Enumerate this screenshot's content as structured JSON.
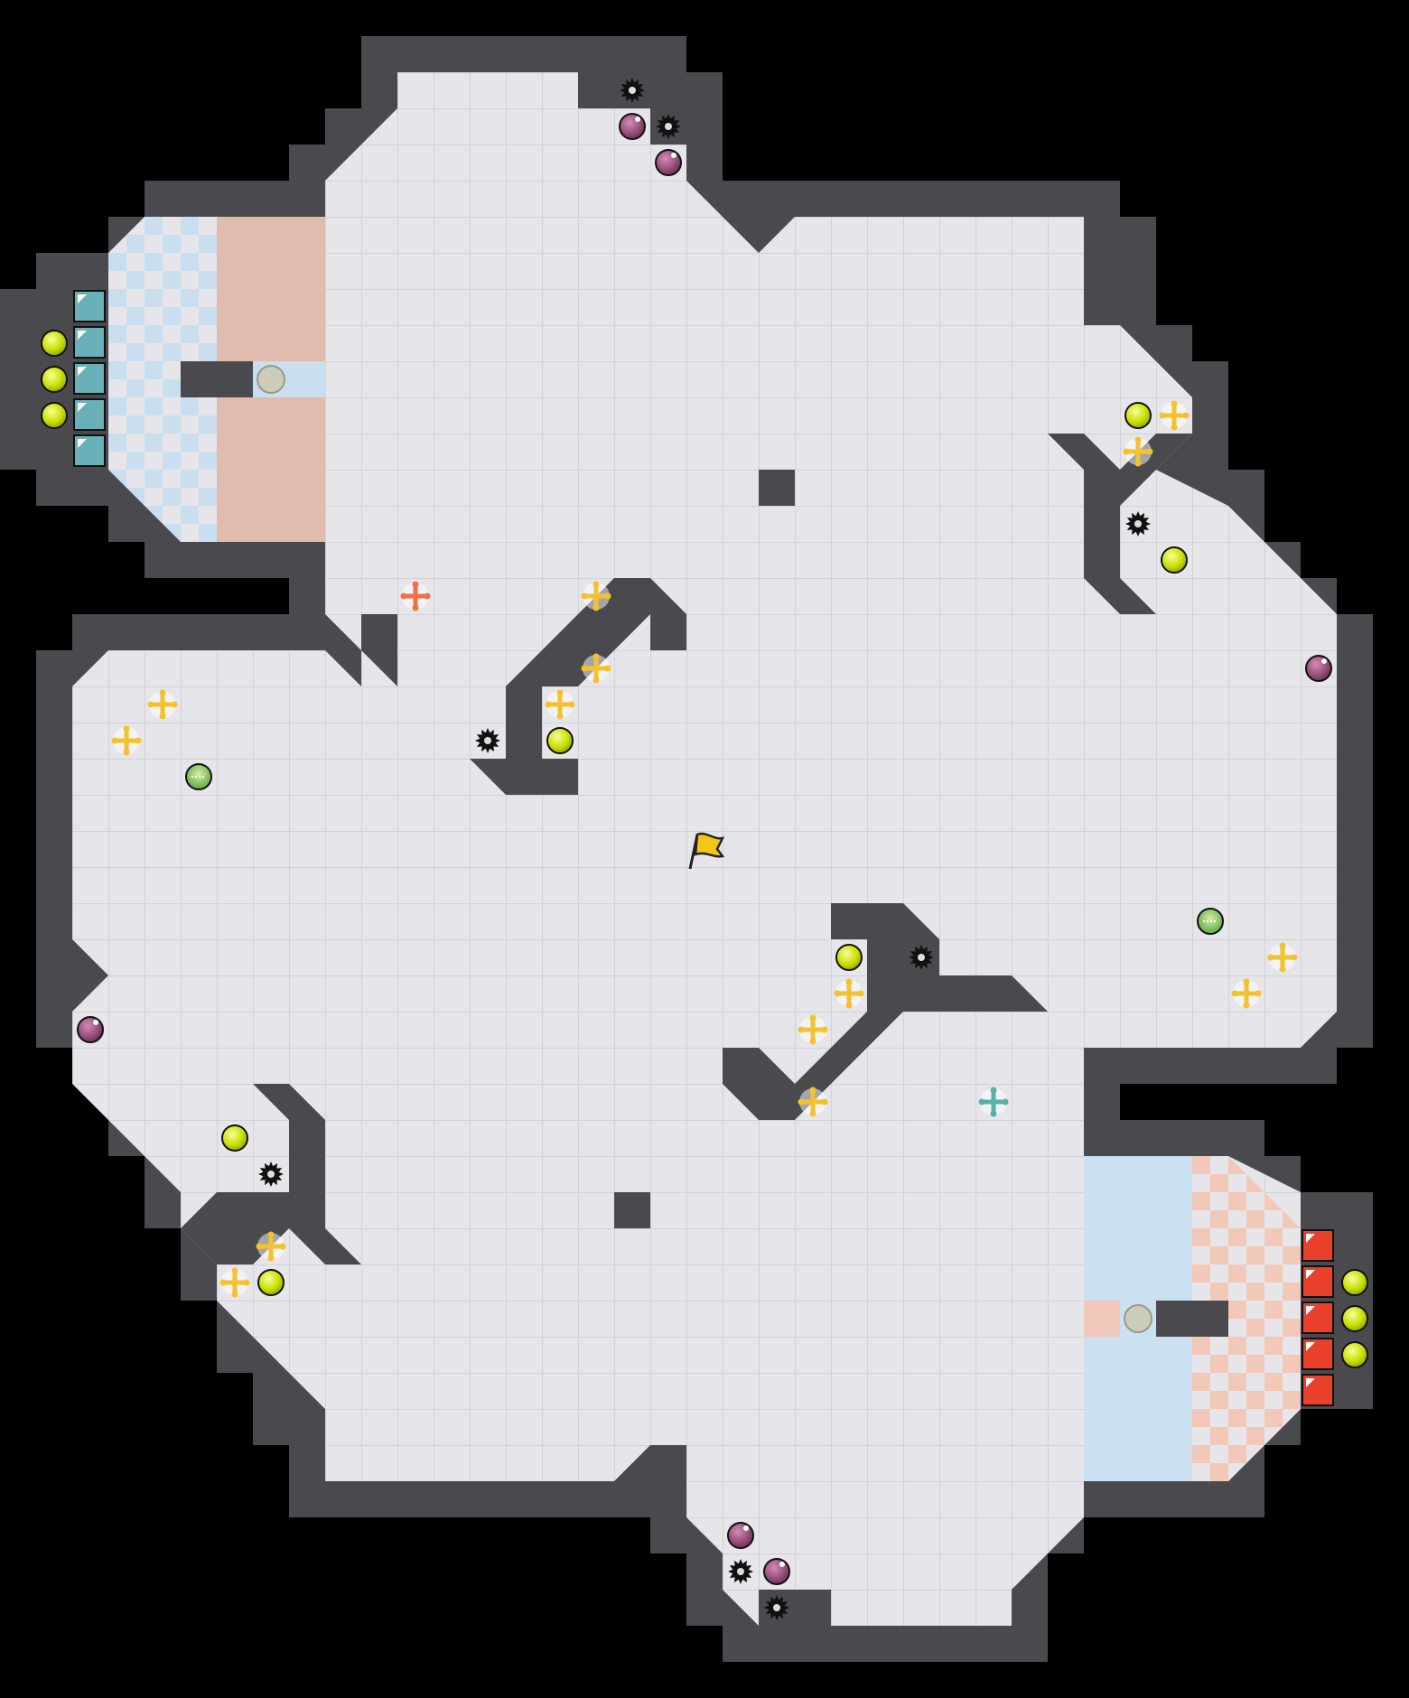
{
  "map": {
    "colors": {
      "background": "#000000",
      "wall": "#4a4a4e",
      "floor": "#e6e6ea",
      "grid_line": "#d2d2d6",
      "team_blue_zone": "#c9dff0",
      "team_red_zone": "#f2c8b8",
      "team_blue_tile": "#6ab0b8",
      "team_red_tile": "#e8402a",
      "boost": "#f2c230",
      "boost_red": "#f07048",
      "boost_teal": "#5ab0a8",
      "bomb": "#8a3a6a",
      "spike": "#111111",
      "neutral_gate": "#ccccbb",
      "flag": "#f5c518",
      "portal_green": "#a8d84a"
    },
    "features": {
      "flag": {
        "icon": "flag-icon",
        "team": "neutral"
      },
      "blue_base_tiles": 5,
      "red_base_tiles": 5,
      "blue_base_powerups": 3,
      "red_base_powerups": 3
    }
  }
}
